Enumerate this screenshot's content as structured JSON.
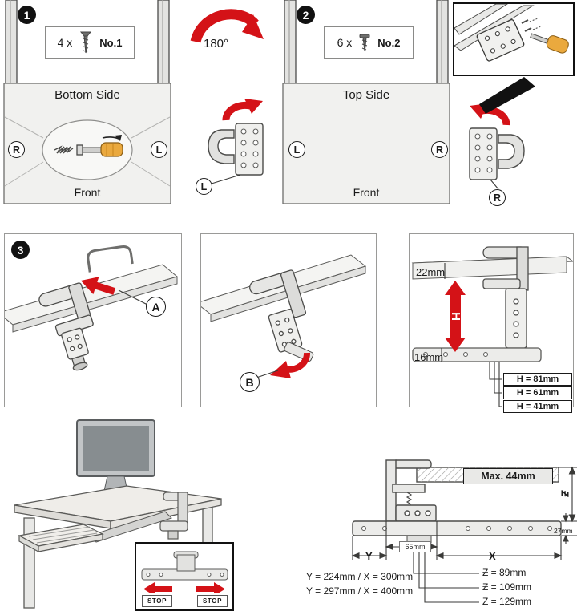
{
  "colors": {
    "accent_red": "#d41217",
    "line_dark": "#3f3f3d",
    "handle_yellow": "#eaa93e",
    "panel_fill": "#f1f1ef"
  },
  "step1": {
    "number": "1",
    "qty": "4 x",
    "part_no": "No.1",
    "side_label": "Bottom Side",
    "marker_left": "R",
    "marker_right": "L",
    "front_label": "Front"
  },
  "rotation": {
    "angle_label": "180°"
  },
  "step2": {
    "number": "2",
    "qty": "6 x",
    "part_no": "No.2",
    "side_label": "Top Side",
    "marker_left": "L",
    "marker_right": "R",
    "front_label": "Front",
    "bracket_left_marker": "L",
    "bracket_right_marker": "R"
  },
  "step3": {
    "number": "3",
    "callout_a": "A",
    "callout_b": "B",
    "thickness_label": "22mm",
    "height_arrow_label": "H",
    "rail_label": "16mm",
    "height_options": [
      "H = 81mm",
      "H = 61mm",
      "H = 41mm"
    ]
  },
  "travel_stop": {
    "left_label": "STOP",
    "right_label": "STOP"
  },
  "dimensions": {
    "max_thickness": "Max. 44mm",
    "z_axis_label": "Ƶ",
    "rail_height": "27mm",
    "clamp_width": "65mm",
    "y_label": "Y",
    "x_label": "X",
    "travel_options": [
      "Y = 224mm / X = 300mm",
      "Y = 297mm / X = 400mm"
    ],
    "depth_options": [
      "Ƶ = 89mm",
      "Ƶ = 109mm",
      "Ƶ = 129mm"
    ]
  }
}
